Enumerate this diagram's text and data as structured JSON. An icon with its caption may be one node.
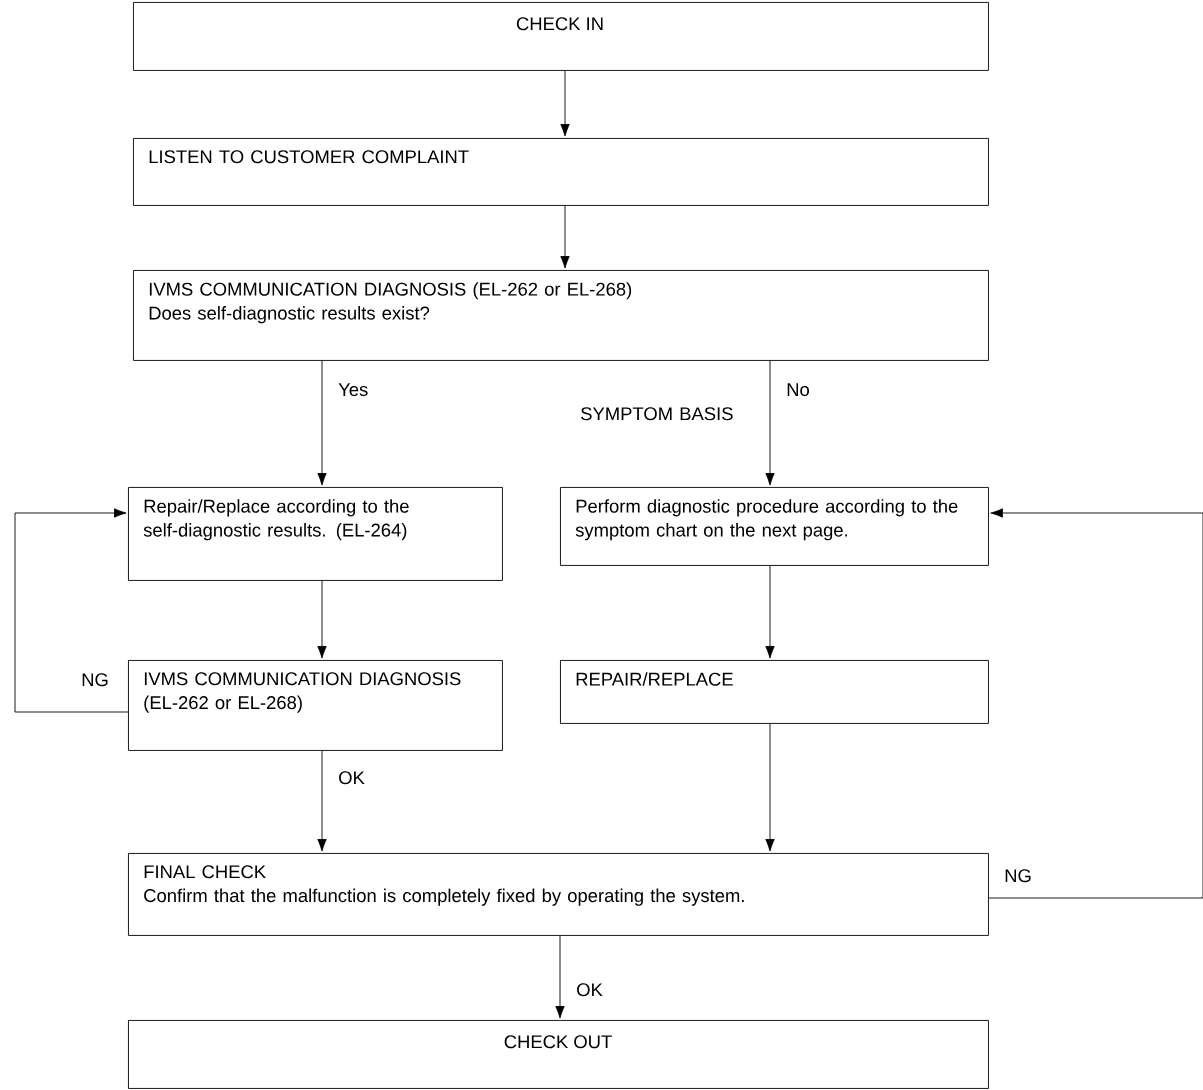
{
  "diagram": {
    "nodes": [
      {
        "text": [
          "CHECK IN"
        ]
      },
      {
        "text": [
          "LISTEN TO CUSTOMER COMPLAINT"
        ]
      },
      {
        "text": [
          "IVMS COMMUNICATION DIAGNOSIS (EL-262 or EL-268)",
          "Does self-diagnostic results exist?"
        ]
      },
      {
        "text": [
          "Repair/Replace according to the self-diagnostic results. (EL-264)"
        ]
      },
      {
        "text": [
          "Perform diagnostic procedure according to the symptom chart on the next page."
        ]
      },
      {
        "text": [
          "IVMS COMMUNICATION DIAGNOSIS (EL-262 or EL-268)"
        ]
      },
      {
        "text": [
          "REPAIR/REPLACE"
        ]
      },
      {
        "text": [
          "FINAL CHECK",
          "Confirm that the malfunction is completely fixed by operating the system."
        ]
      },
      {
        "text": [
          "CHECK OUT"
        ]
      }
    ],
    "edges": [
      {
        "from": 0,
        "to": 1,
        "arrow": "to"
      },
      {
        "from": 1,
        "to": 2,
        "arrow": "to"
      },
      {
        "from": 2,
        "to": 3,
        "arrow": "to",
        "label": "Yes"
      },
      {
        "from": 2,
        "to": 4,
        "arrow": "to",
        "label": "No"
      },
      {
        "from": 3,
        "to": 5,
        "arrow": "to"
      },
      {
        "from": 5,
        "to": 3,
        "arrow": "to",
        "label": "NG"
      },
      {
        "from": 5,
        "to": 7,
        "arrow": "to",
        "label": "OK"
      },
      {
        "from": 4,
        "to": 6,
        "arrow": "to"
      },
      {
        "from": 6,
        "to": 7,
        "arrow": "to"
      },
      {
        "from": 7,
        "to": 4,
        "arrow": "to",
        "label": "NG"
      },
      {
        "from": 7,
        "to": 8,
        "arrow": "to",
        "label": "OK"
      }
    ],
    "labels": [
      "SYMPTOM BASIS"
    ]
  }
}
